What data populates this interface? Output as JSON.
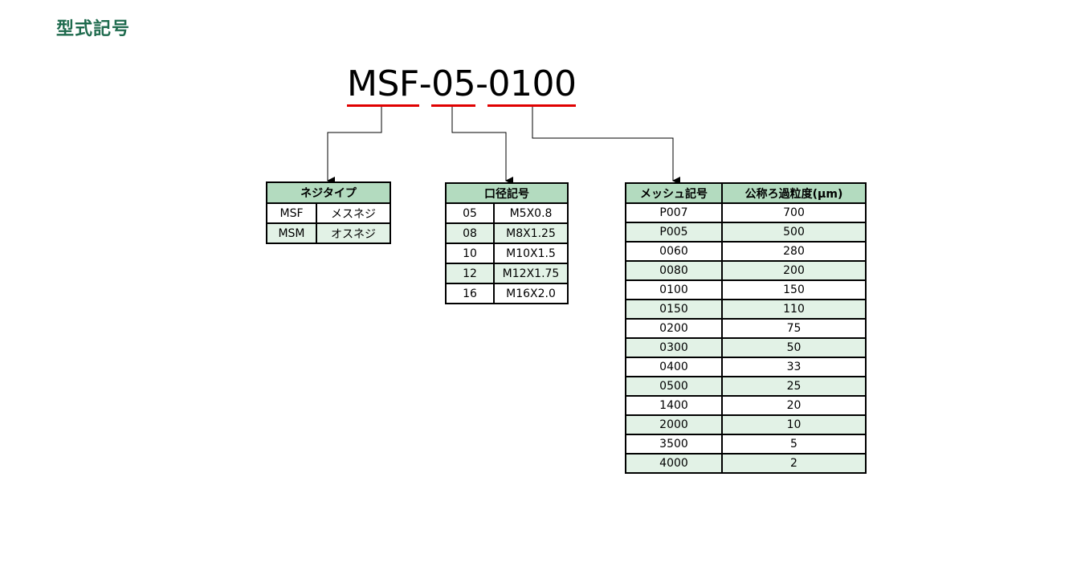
{
  "page": {
    "title": "型式記号"
  },
  "model_code": {
    "segments": [
      {
        "text": "MSF",
        "underline": true
      },
      {
        "text": "-",
        "underline": false
      },
      {
        "text": "05",
        "underline": true
      },
      {
        "text": "-",
        "underline": false
      },
      {
        "text": "0100",
        "underline": true
      }
    ],
    "underline_color": "#e00000"
  },
  "thread_table": {
    "header": "ネジタイプ",
    "rows": [
      {
        "code": "MSF",
        "label": "メスネジ"
      },
      {
        "code": "MSM",
        "label": "オスネジ"
      }
    ]
  },
  "port_table": {
    "header": "口径記号",
    "rows": [
      {
        "code": "05",
        "size": "M5X0.8"
      },
      {
        "code": "08",
        "size": "M8X1.25"
      },
      {
        "code": "10",
        "size": "M10X1.5"
      },
      {
        "code": "12",
        "size": "M12X1.75"
      },
      {
        "code": "16",
        "size": "M16X2.0"
      }
    ]
  },
  "mesh_table": {
    "headers": [
      "メッシュ記号",
      "公称ろ過粒度(μm)"
    ],
    "rows": [
      {
        "code": "P007",
        "micron": "700"
      },
      {
        "code": "P005",
        "micron": "500"
      },
      {
        "code": "0060",
        "micron": "280"
      },
      {
        "code": "0080",
        "micron": "200"
      },
      {
        "code": "0100",
        "micron": "150"
      },
      {
        "code": "0150",
        "micron": "110"
      },
      {
        "code": "0200",
        "micron": "75"
      },
      {
        "code": "0300",
        "micron": "50"
      },
      {
        "code": "0400",
        "micron": "33"
      },
      {
        "code": "0500",
        "micron": "25"
      },
      {
        "code": "1400",
        "micron": "20"
      },
      {
        "code": "2000",
        "micron": "10"
      },
      {
        "code": "3500",
        "micron": "5"
      },
      {
        "code": "4000",
        "micron": "2"
      }
    ]
  },
  "colors": {
    "title": "#1f6b4e",
    "header_fill": "#b3dbbf",
    "alt_row_fill": "#e2f2e6",
    "underline": "#e00000"
  }
}
